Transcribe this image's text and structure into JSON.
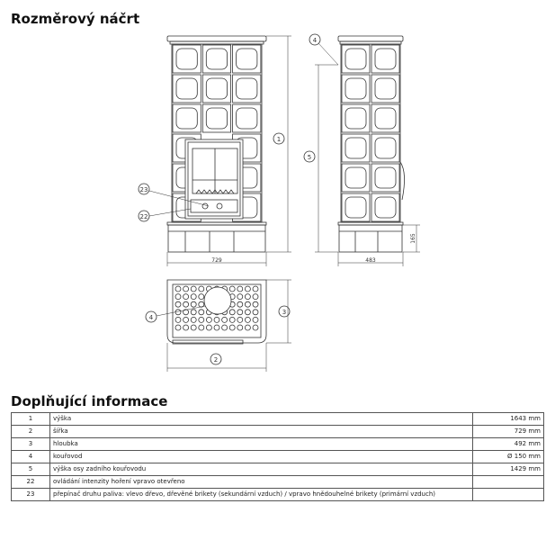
{
  "headings": {
    "sketch": "Rozměrový náčrt",
    "info": "Doplňující informace"
  },
  "drawing": {
    "front_width": "729",
    "side_depth": "483",
    "base_height": "165",
    "callouts": {
      "c1": "1",
      "c2": "2",
      "c3": "3",
      "c4_side": "4",
      "c4_top": "4",
      "c5": "5",
      "c22": "22",
      "c23": "23"
    }
  },
  "info_table": [
    {
      "num": "1",
      "label": "výška",
      "value": "1643 mm"
    },
    {
      "num": "2",
      "label": "šířka",
      "value": "729 mm"
    },
    {
      "num": "3",
      "label": "hloubka",
      "value": "492 mm"
    },
    {
      "num": "4",
      "label": "kouřovod",
      "value": "Ø 150 mm"
    },
    {
      "num": "5",
      "label": "výška osy zadního kouřovodu",
      "value": "1429 mm"
    },
    {
      "num": "22",
      "label": "ovládání intenzity hoření    vpravo otevřeno",
      "value": ""
    },
    {
      "num": "23",
      "label": "přepínač druhu paliva: vlevo   dřevo, dřevěné brikety (sekundární vzduch) / vpravo   hnědouhelné brikety (primární vzduch)",
      "value": ""
    }
  ]
}
